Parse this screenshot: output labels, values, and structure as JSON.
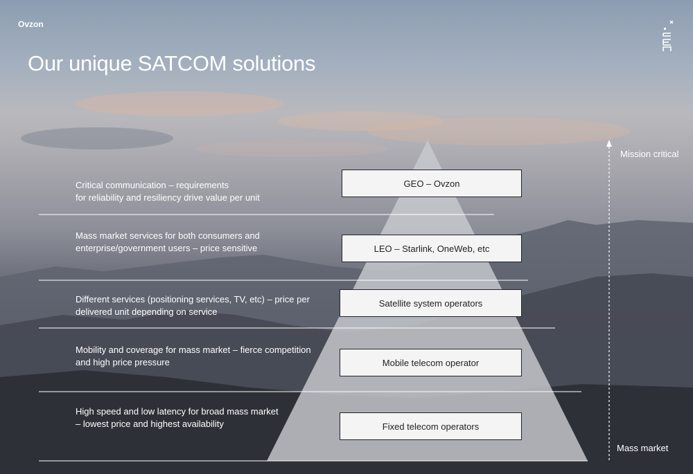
{
  "header": {
    "brand": "Ovzon",
    "title": "Our unique SATCOM solutions"
  },
  "colors": {
    "box_fill": "#f4f4f5",
    "box_border": "#222428",
    "text_light": "#ffffff",
    "pyramid_fill": "#c8cbd0"
  },
  "pyramid": {
    "levels": [
      {
        "description_line1": "Critical communication – requirements",
        "description_line2": "for reliability and resiliency drive value per unit",
        "box_label": "GEO – Ovzon"
      },
      {
        "description_line1": "Mass market services for both consumers and",
        "description_line2": "enterprise/government users – price sensitive",
        "box_label": "LEO – Starlink, OneWeb, etc"
      },
      {
        "description_line1": "Different services (positioning services, TV, etc) – price per",
        "description_line2": "delivered unit depending on service",
        "box_label": "Satellite system operators"
      },
      {
        "description_line1": "Mobility and coverage for mass market – fierce competition",
        "description_line2": "and high price pressure",
        "box_label": "Mobile telecom operator"
      },
      {
        "description_line1": "High speed and low latency for broad mass market",
        "description_line2": "– lowest price and highest availability",
        "box_label": "Fixed telecom operators"
      }
    ]
  },
  "axis": {
    "top_label": "Mission critical",
    "bottom_label": "Mass market",
    "logo_icon": "ovzon-logo-icon"
  }
}
